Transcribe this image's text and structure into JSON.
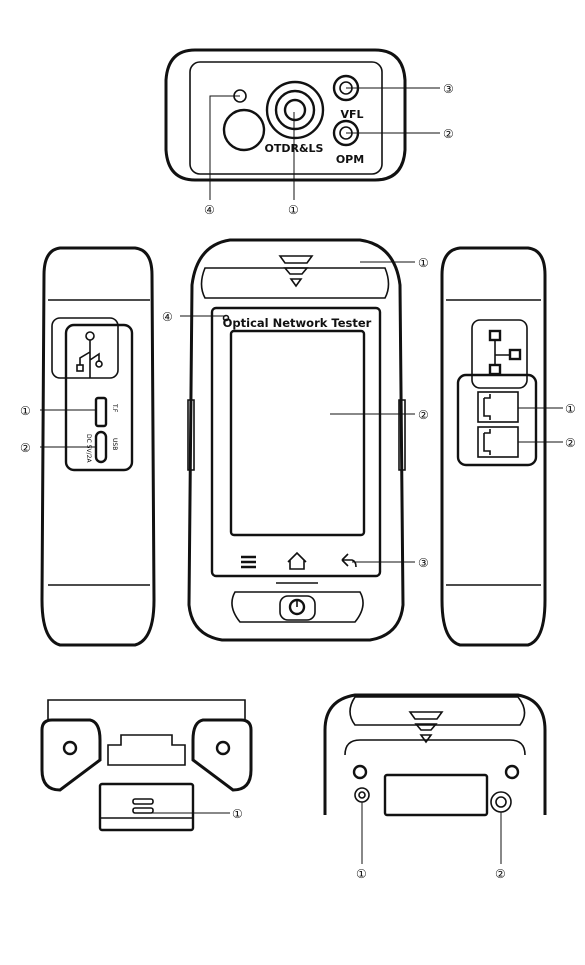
{
  "top_view": {
    "port_main_label": "OTDR&LS",
    "port_vfl_label": "VFL",
    "port_opm_label": "OPM"
  },
  "front_view": {
    "screen_title": "Optical Network Tester",
    "nav_menu_icon": "menu-icon",
    "nav_home_icon": "home-icon",
    "nav_back_icon": "back-arrow-icon"
  },
  "left_side": {
    "usb_icon": "usb-icon",
    "slot_tf_label": "T.F",
    "slot_usb_label": "USB",
    "slot_dc_label": "DC 5V/2A"
  },
  "right_side": {
    "network_icon": "network-icon"
  },
  "callouts": {
    "one": "①",
    "two": "②",
    "three": "③",
    "four": "④"
  },
  "colors": {
    "line": "#111111",
    "background": "#ffffff"
  }
}
